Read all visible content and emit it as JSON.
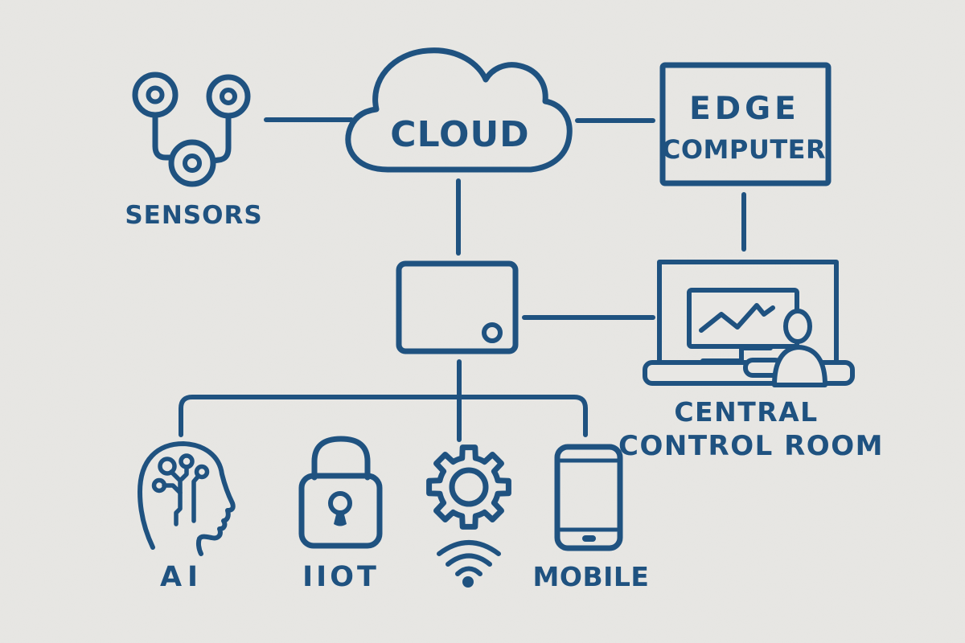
{
  "colors": {
    "ink": "#1f5280",
    "background": "#e8e7e4"
  },
  "nodes": {
    "sensors": {
      "label": "SENSORS"
    },
    "cloud": {
      "label": "CLOUD"
    },
    "edge_computer": {
      "line1": "EDGE",
      "line2": "COMPUTER"
    },
    "central_control_room": {
      "line1": "CENTRAL",
      "line2": "CONTROL ROOM"
    },
    "ai": {
      "label": "AI"
    },
    "iiot": {
      "label": "IIOT"
    },
    "mobile": {
      "label": "MOBILE"
    }
  },
  "icons": {
    "sensors": "sensor-network-icon",
    "cloud": "cloud-icon",
    "edge_computer": "labeled-box",
    "gateway": "gateway-device-icon",
    "central_control_room": "control-room-monitor-person-icon",
    "ai": "ai-head-circuit-icon",
    "iiot": "padlock-icon",
    "wireless": "gear-icon",
    "wifi": "wifi-icon",
    "mobile": "smartphone-icon"
  },
  "connections": [
    {
      "from": "sensors",
      "to": "cloud"
    },
    {
      "from": "cloud",
      "to": "edge-computer"
    },
    {
      "from": "cloud",
      "to": "gateway"
    },
    {
      "from": "edge-computer",
      "to": "central-control-room"
    },
    {
      "from": "gateway",
      "to": "central-control-room"
    },
    {
      "from": "gateway",
      "to": "ai"
    },
    {
      "from": "gateway",
      "to": "iiot"
    },
    {
      "from": "gateway",
      "to": "gear-wifi"
    },
    {
      "from": "gateway",
      "to": "mobile"
    }
  ]
}
